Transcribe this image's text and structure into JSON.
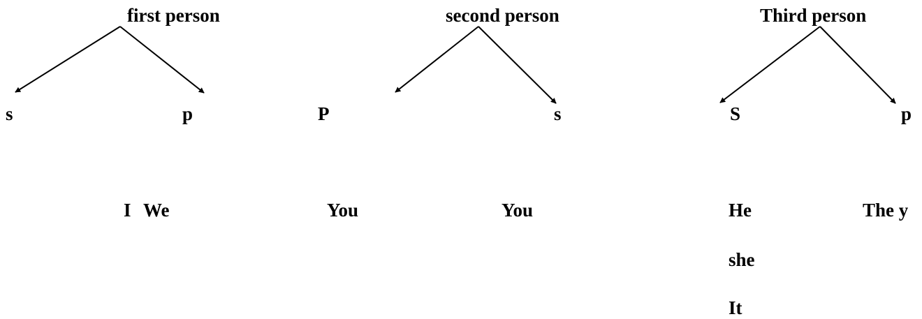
{
  "groups": [
    {
      "title": "first person",
      "left_branch": "s",
      "right_branch": "p",
      "left_pronouns": [
        "I"
      ],
      "right_pronouns": [
        "We"
      ]
    },
    {
      "title": "second person",
      "left_branch": "P",
      "right_branch": "s",
      "left_pronouns": [
        "You"
      ],
      "right_pronouns": [
        "You"
      ]
    },
    {
      "title": "Third person",
      "left_branch": "S",
      "right_branch": "p",
      "left_pronouns": [
        "He",
        "she",
        "It"
      ],
      "right_pronouns": [
        "The y"
      ]
    }
  ],
  "colors": {
    "text": "#000000",
    "lines": "#000000",
    "background": "#ffffff"
  }
}
